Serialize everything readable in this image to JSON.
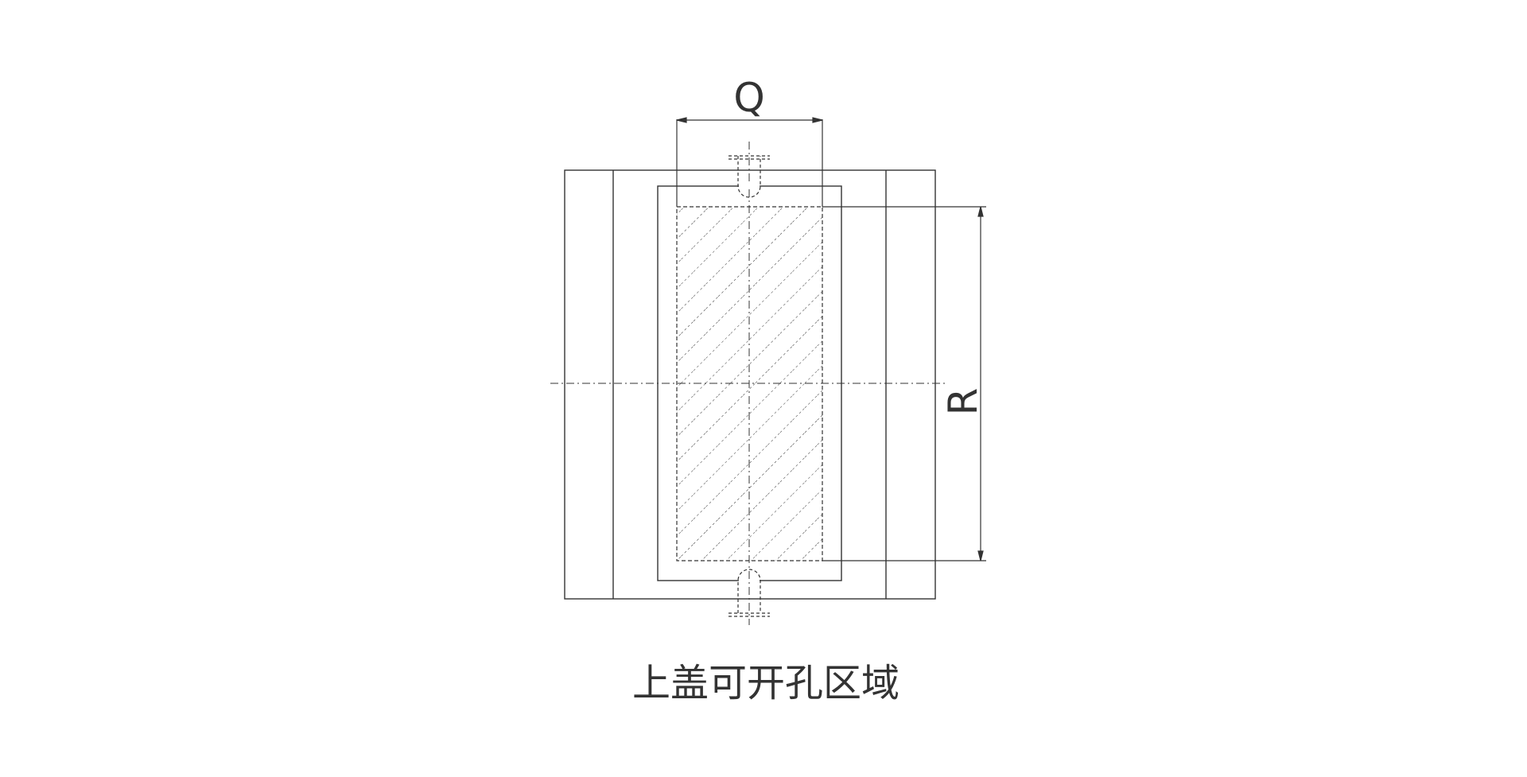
{
  "dimensions": {
    "width_label": "Q",
    "height_label": "R"
  },
  "caption": "上盖可开孔区域",
  "colors": {
    "line": "#333333",
    "background": "#ffffff"
  }
}
